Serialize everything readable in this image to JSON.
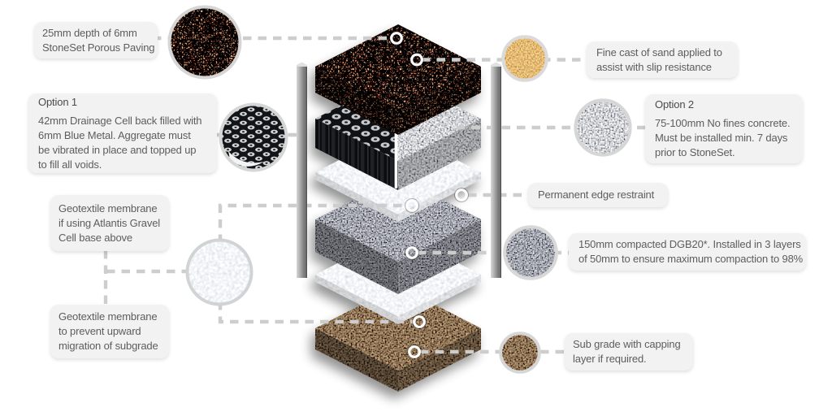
{
  "callouts": {
    "stoneset": {
      "text": "25mm depth of 6mm\nStoneSet Porous Paving"
    },
    "option1": {
      "heading": "Option 1",
      "body": "42mm Drainage Cell back filled with\n6mm Blue Metal. Aggregate must\nbe vibrated in place and topped up\nto fill all voids."
    },
    "geotextile_upper": {
      "text": "Geotextile membrane\nif using Atlantis Gravel\nCell base above"
    },
    "geotextile_lower": {
      "text": "Geotextile membrane\nto prevent upward\nmigration of subgrade"
    },
    "sand": {
      "text": "Fine cast of sand applied to\nassist with slip resistance"
    },
    "option2": {
      "heading": "Option 2",
      "body": "75-100mm No fines concrete.\nMust be installed min. 7 days\nprior to StoneSet."
    },
    "edge_restraint": {
      "text": "Permanent edge restraint"
    },
    "dgb20": {
      "text": "150mm compacted DGB20*. Installed in 3 layers\nof 50mm to ensure maximum compaction to 98%"
    },
    "subgrade": {
      "text": "Sub grade with capping\nlayer if required."
    }
  },
  "swatches": [
    "stoneset-aggregate-swatch",
    "drainage-cell-swatch",
    "geotextile-swatch",
    "sand-swatch",
    "no-fines-concrete-swatch",
    "dgb20-swatch",
    "subgrade-soil-swatch"
  ],
  "layers": [
    "stoneset-porous-paving",
    "drainage-cell-or-no-fines-concrete",
    "geotextile-membrane-upper",
    "compacted-dgb20",
    "geotextile-membrane-lower",
    "subgrade"
  ],
  "colors": {
    "background": "#ffffff",
    "callout_bg": "#f2f2f2",
    "callout_text": "#5d5d5d",
    "dash": "#cdcdcd",
    "divider": "#ffffff",
    "swatch_ring": "#d6d6d6"
  }
}
